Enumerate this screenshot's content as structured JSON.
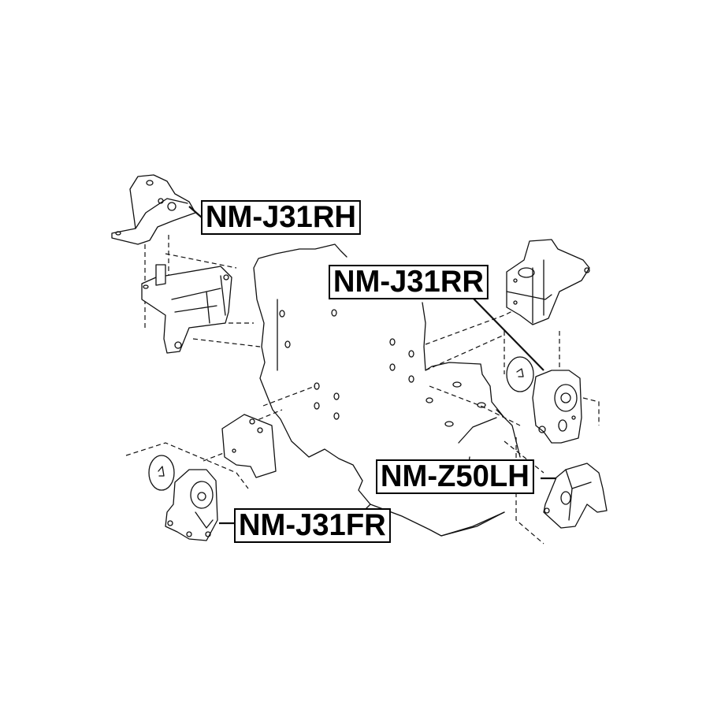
{
  "diagram": {
    "title": "Engine mount exploded parts diagram",
    "labels": [
      {
        "id": "rh",
        "text": "NM-J31RH",
        "part": "right-hand engine mount"
      },
      {
        "id": "rr",
        "text": "NM-J31RR",
        "part": "rear engine mount"
      },
      {
        "id": "lh",
        "text": "NM-Z50LH",
        "part": "left-hand engine mount"
      },
      {
        "id": "fr",
        "text": "NM-J31FR",
        "part": "front engine mount"
      }
    ],
    "colors": {
      "line": "#111111",
      "background": "#ffffff",
      "label_border": "#000000"
    }
  }
}
